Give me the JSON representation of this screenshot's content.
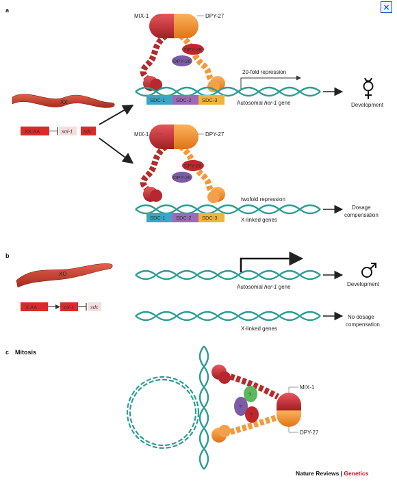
{
  "close_glyph": "✕",
  "panels": {
    "a": "a",
    "b": "b",
    "c": "c",
    "c_title": "Mitosis"
  },
  "proteins": {
    "mix1": "MIX-1",
    "dpy27": "DPY-27",
    "dpy26": "DPY-26",
    "dpy28": "DPY-28",
    "sdc1": "SDC-1",
    "sdc2": "SDC-2",
    "sdc3": "SDC-3",
    "unknown": "?"
  },
  "worms": {
    "herm": "XX",
    "male": "XO"
  },
  "genotype": {
    "herm_ratio": "XX:AA",
    "herm_xol": "xol-1",
    "herm_sdc": "sdc",
    "male_ratio": "X:AA",
    "male_xol": "xol-1",
    "male_sdc": "sdc"
  },
  "labels": {
    "twenty_fold": "20-fold repression",
    "twofold": "twofold repression",
    "autosomal_prefix": "Autosomal ",
    "her1": "her-1",
    "gene_suffix": " gene",
    "x_linked": "X-linked genes",
    "development": "Development",
    "dosage_1": "Dosage",
    "dosage_2": "compensation",
    "no_dosage_1": "No dosage",
    "no_dosage_2": "compensation"
  },
  "credit": {
    "journal": "Nature Reviews",
    "sep": " | ",
    "section": "Genetics"
  },
  "colors": {
    "dna": "#2a9d94",
    "red": "#c0272d",
    "orange": "#f08a24",
    "sdc1": "#3aa6c4",
    "sdc2": "#9b6bb5",
    "sdc3": "#f2b33a",
    "purple": "#7d5ba6",
    "green": "#5cb85c",
    "worm": "#c8402f",
    "pink": "#f5dede",
    "credit_red": "#d0021b"
  }
}
